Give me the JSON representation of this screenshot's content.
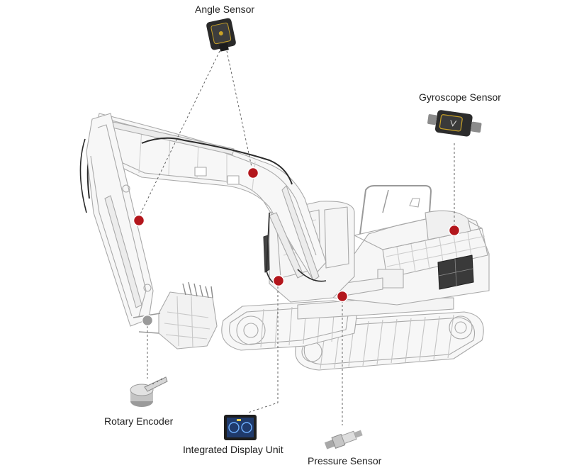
{
  "labels": {
    "angle_sensor": "Angle Sensor",
    "gyroscope_sensor": "Gyroscope Sensor",
    "rotary_encoder": "Rotary Encoder",
    "integrated_display_unit": "Integrated Display Unit",
    "pressure_sensor": "Pressure Sensor"
  },
  "colors": {
    "marker_red": "#b3161c",
    "marker_grey": "#9a9a9a",
    "line": "#555555",
    "wire": "#b9b9b9"
  }
}
